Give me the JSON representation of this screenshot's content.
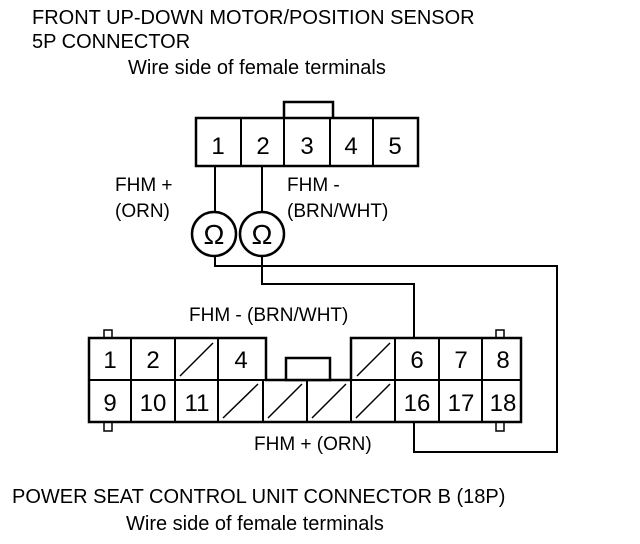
{
  "top_connector": {
    "title_line1": "FRONT UP-DOWN MOTOR/POSITION SENSOR",
    "title_line2": "5P CONNECTOR",
    "subtitle": "Wire side of female terminals",
    "pins": [
      "1",
      "2",
      "3",
      "4",
      "5"
    ]
  },
  "meters": {
    "symbol": "Ω",
    "left_label": "FHM +",
    "left_color": "(ORN)",
    "right_label": "FHM -",
    "right_color": "(BRN/WHT)"
  },
  "bottom_connector": {
    "wire_label_top": "FHM -  (BRN/WHT)",
    "wire_label_bottom": "FHM +  (ORN)",
    "title": "POWER SEAT CONTROL UNIT CONNECTOR B (18P)",
    "subtitle": "Wire side of female terminals",
    "row1": [
      "1",
      "2",
      "4",
      "6",
      "7",
      "8"
    ],
    "row2": [
      "9",
      "10",
      "11",
      "16",
      "17",
      "18"
    ]
  }
}
